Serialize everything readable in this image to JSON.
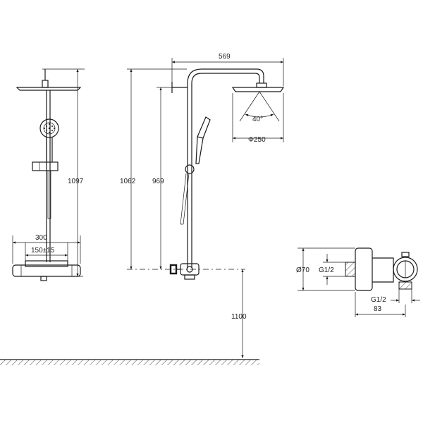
{
  "dimensions": {
    "width_top": "569",
    "total_height_front": "1097",
    "height_side_outer": "1062",
    "height_side_inner": "969",
    "angle_spray": "40°",
    "head_diameter": "Φ250",
    "mixer_width": "300",
    "inlet_spacing": "150±15",
    "valve_diameter": "Ø70",
    "thread_inlet": "G1/2",
    "thread_outlet": "G1/2",
    "valve_depth": "83",
    "install_height": "1100"
  },
  "colors": {
    "line": "#1a1a1a",
    "text": "#222222",
    "background": "#ffffff"
  }
}
